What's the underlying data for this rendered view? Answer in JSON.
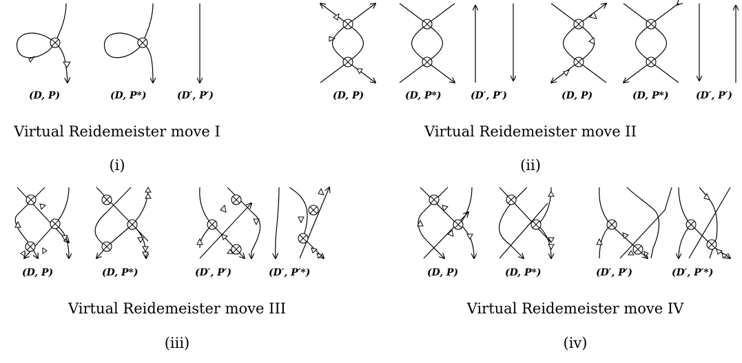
{
  "panels": [
    {
      "id": "i",
      "caption": "Virtual Reidemeister move I",
      "numeral": "(i)",
      "diagram_labels": [
        "(D, P)",
        "(D, P*)",
        "(D′, P′)"
      ]
    },
    {
      "id": "ii",
      "caption": "Virtual Reidemeister move II",
      "numeral": "(ii)",
      "diagram_labels": [
        "(D, P)",
        "(D, P*)",
        "(D′, P′)",
        "(D, P)",
        "(D, P*)",
        "(D′, P′)"
      ]
    },
    {
      "id": "iii",
      "caption": "Virtual Reidemeister move III",
      "numeral": "(iii)",
      "diagram_labels": [
        "(D, P)",
        "(D, P*)",
        "(D′, P′)",
        "(D′, P′*)"
      ]
    },
    {
      "id": "iv",
      "caption": "Virtual Reidemeister move IV",
      "numeral": "(iv)",
      "diagram_labels": [
        "(D, P)",
        "(D, P*)",
        "(D′, P′)",
        "(D′, P′*)"
      ]
    }
  ]
}
